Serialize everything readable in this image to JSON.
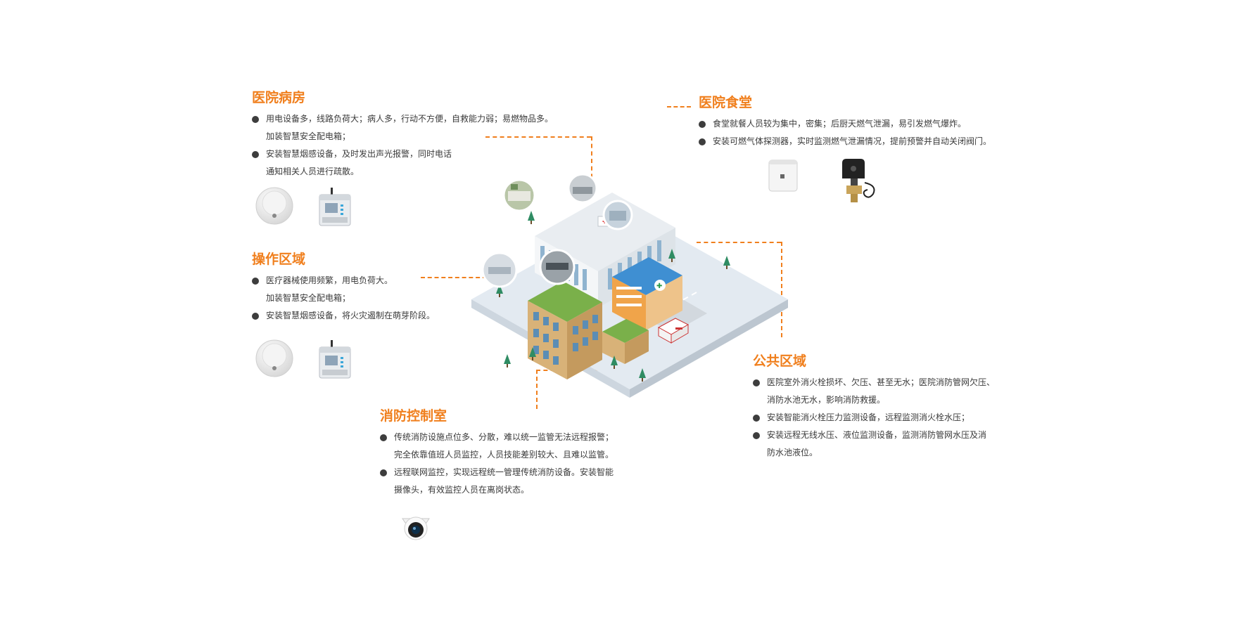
{
  "sections": {
    "ward": {
      "title": "医院病房",
      "items": [
        "用电设备多，线路负荷大；病人多，行动不方便，自救能力弱；易燃物品多。",
        "加装智慧安全配电箱；",
        "安装智慧烟感设备，及时发出声光报警，同时电话",
        "通知相关人员进行疏散。"
      ]
    },
    "canteen": {
      "title": "医院食堂",
      "items": [
        "食堂就餐人员较为集中，密集；后厨天燃气泄漏，易引发燃气爆炸。",
        "安装可燃气体探测器，实时监测燃气泄漏情况，提前预警并自动关闭阀门。"
      ]
    },
    "operation": {
      "title": "操作区域",
      "items": [
        "医疗器械使用频繁，用电负荷大。",
        "加装智慧安全配电箱；",
        "安装智慧烟感设备，将火灾遏制在萌芽阶段。"
      ]
    },
    "public": {
      "title": "公共区域",
      "items": [
        "医院室外消火栓损坏、欠压、甚至无水；医院消防管网欠压、",
        "消防水池无水，影响消防救援。",
        "安装智能消火栓压力监测设备，远程监测消火栓水压；",
        "安装远程无线水压、液位监测设备，监测消防管网水压及消",
        "防水池液位。"
      ]
    },
    "control": {
      "title": "消防控制室",
      "items": [
        "传统消防设施点位多、分散，难以统一监管无法远程报警；",
        "完全依靠值班人员监控，人员技能差别较大、且难以监管。",
        "远程联网监控，实现远程统一管理传统消防设备。安装智能",
        "摄像头，有效监控人员在离岗状态。"
      ]
    }
  },
  "colors": {
    "accent": "#f07f1d",
    "bullet": "#3d3d3d",
    "ground": "#e6edf3",
    "building_green": "#7ab04a",
    "building_tan": "#d8b278",
    "building_blue": "#3f8fd2"
  },
  "device_icons": [
    "smoke-detector-icon",
    "distribution-box-icon",
    "gas-detector-icon",
    "valve-manipulator-icon",
    "dome-camera-icon"
  ]
}
